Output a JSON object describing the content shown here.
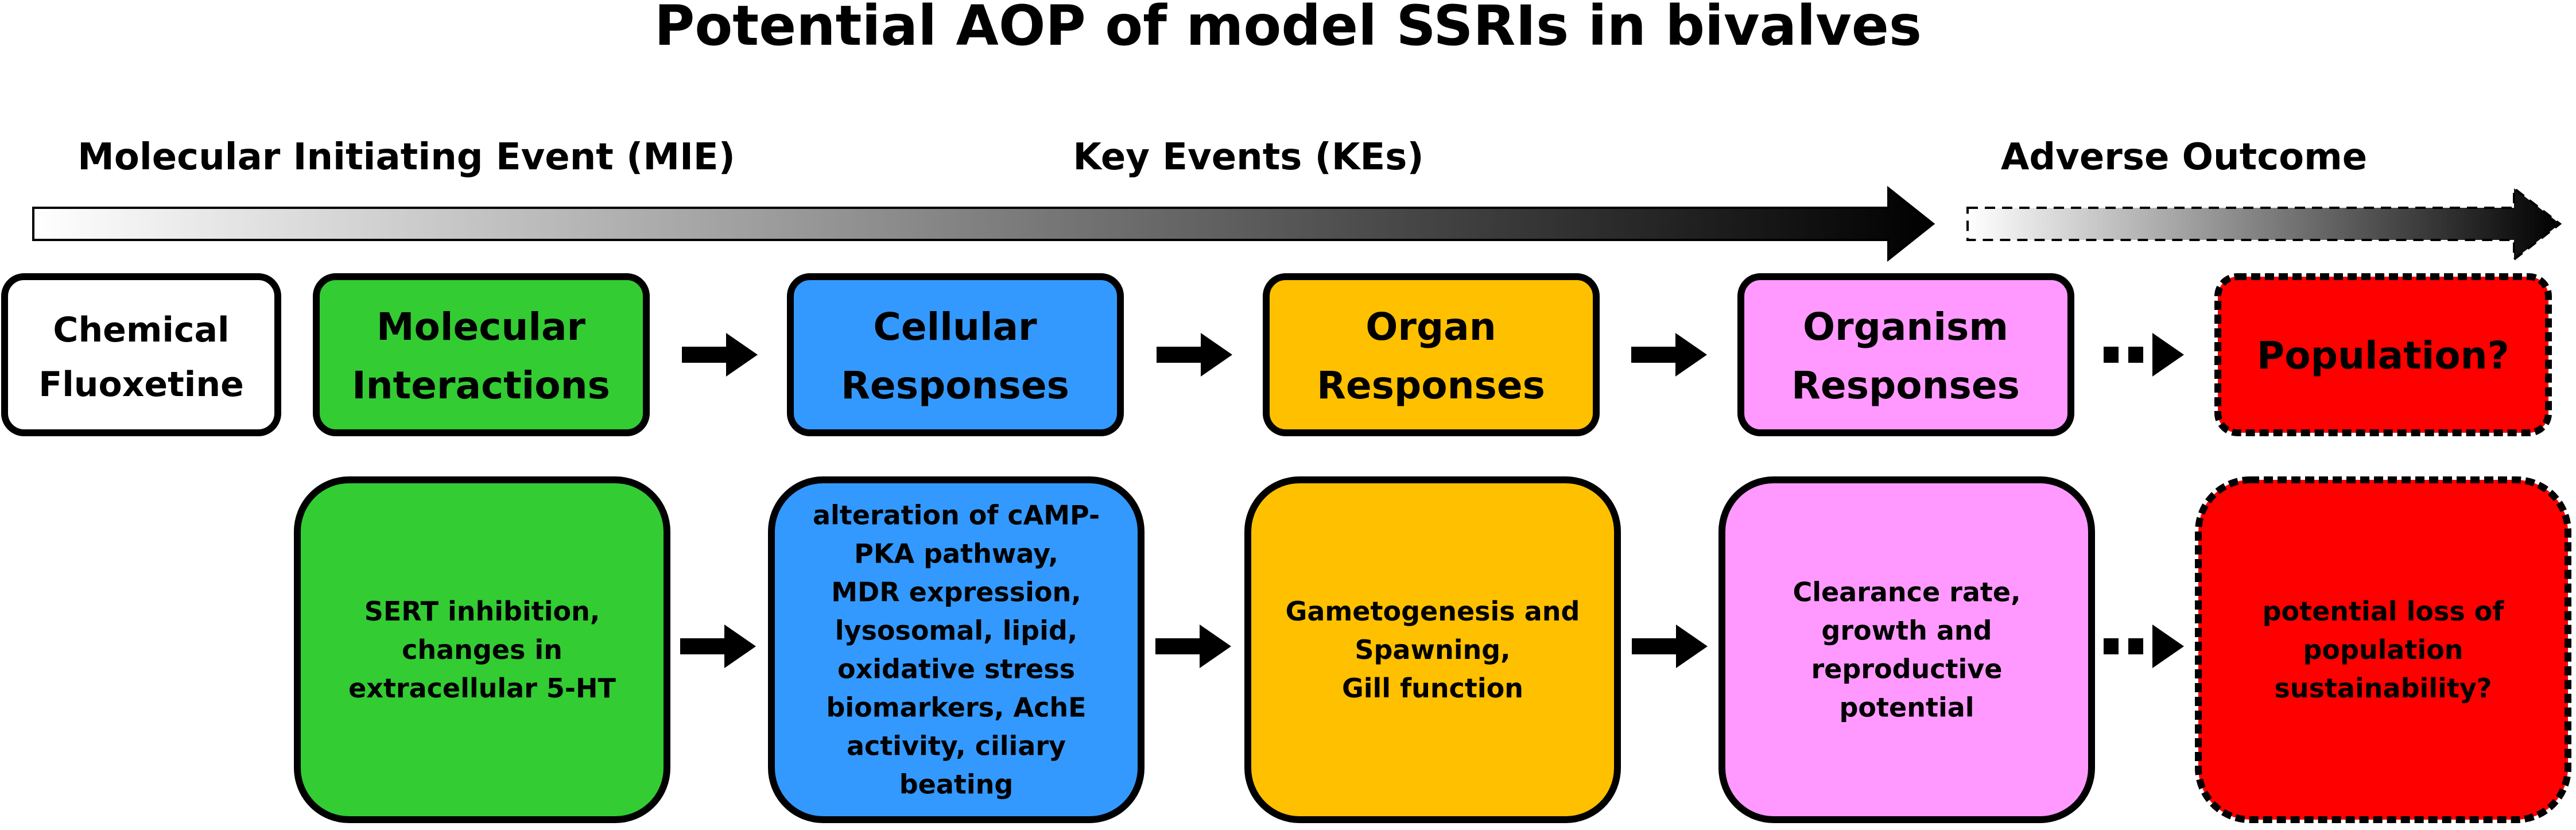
{
  "title": "Potential AOP of model SSRIs in bivalves",
  "phases": {
    "mie": "Molecular Initiating Event (MIE)",
    "kes": "Key Events (KEs)",
    "ao": "Adverse Outcome"
  },
  "chemical": [
    "Chemical",
    "Fluoxetine"
  ],
  "stages": [
    {
      "header": [
        "Molecular",
        "Interactions"
      ],
      "body": [
        "SERT inhibition,",
        "changes in",
        "extracellular 5-HT"
      ],
      "color": "#33CC33",
      "dashed": false
    },
    {
      "header": [
        "Cellular",
        "Responses"
      ],
      "body": [
        "alteration of cAMP-",
        "PKA pathway,",
        "MDR expression,",
        "lysosomal, lipid,",
        "oxidative stress",
        "biomarkers, AchE",
        "activity, ciliary",
        "beating"
      ],
      "color": "#3399FF",
      "dashed": false
    },
    {
      "header": [
        "Organ",
        "Responses"
      ],
      "body": [
        "Gametogenesis and",
        "Spawning,",
        "Gill function"
      ],
      "color": "#FFC000",
      "dashed": false
    },
    {
      "header": [
        "Organism",
        "Responses"
      ],
      "body": [
        "Clearance rate,",
        "growth and",
        "reproductive",
        "potential"
      ],
      "color": "#FF99FF",
      "dashed": false
    },
    {
      "header": [
        "Population?"
      ],
      "body": [
        "potential loss of",
        "population",
        "sustainability?"
      ],
      "color": "#FF0000",
      "dashed": true
    }
  ]
}
